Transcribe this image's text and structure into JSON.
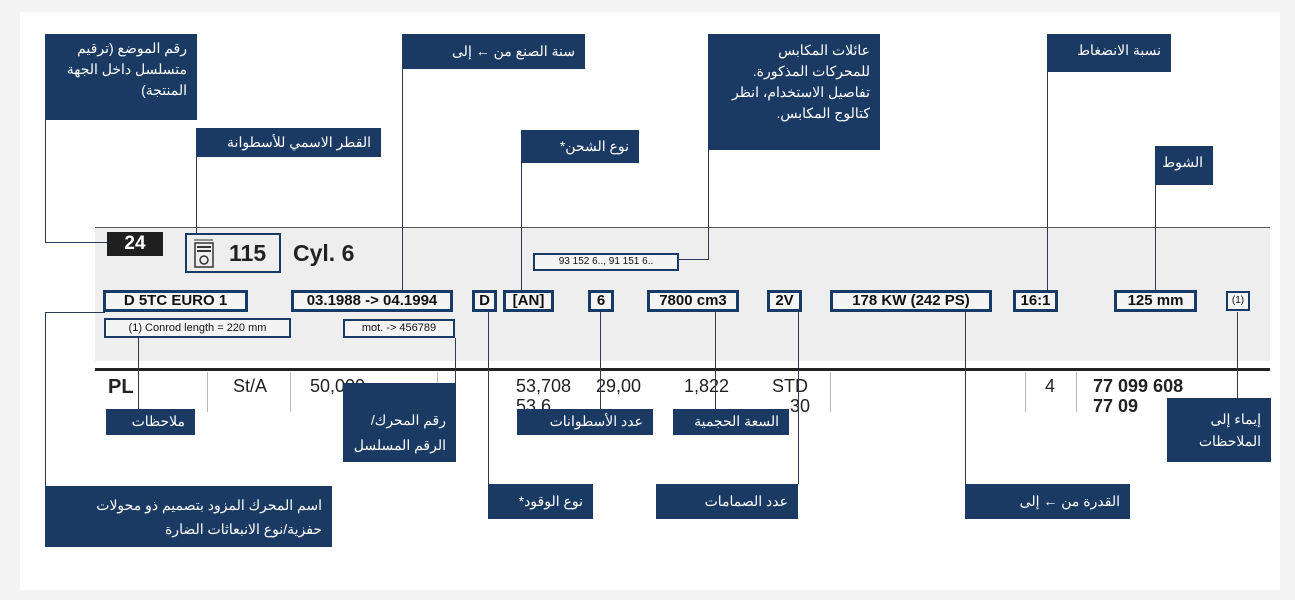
{
  "colors": {
    "callout_bg": "#1a3a64",
    "box_border": "#173a66",
    "band_bg": "#eeeeee",
    "badge_bg": "#1f1f1f"
  },
  "header": {
    "position_number": "24",
    "bore": "115",
    "cylinders": "Cyl. 6",
    "piston_families": "93 152 6.., 91 151 6.."
  },
  "specs": {
    "engine_name": "D 5TC EURO 1",
    "build_years": "03.1988 -> 04.1994",
    "fuel_type": "D",
    "charging_type": "[AN]",
    "cylinder_count": "6",
    "displacement": "7800 cm3",
    "valves": "2V",
    "power": "178 KW (242 PS)",
    "compression": "16:1",
    "stroke": "125 mm",
    "note_ref": "(1)",
    "conrod_note": "(1) Conrod length = 220 mm",
    "engine_number": "mot. -> 456789"
  },
  "table_row": {
    "c0": "PL",
    "c1": "St/A",
    "c2": "50,000",
    "c3": "53,708",
    "c3b": "53,6",
    "c4": "29,00",
    "c5": "1,822",
    "c6": "STD",
    "c6b": "30",
    "c8": "4",
    "c9": "77 099 608",
    "c9b": "77 09"
  },
  "callouts": {
    "position_number": "رقم الموضع (ترقيم متسلسل داخل الجهة المنتجة)",
    "bore": "القطر الاسمي للأسطوانة",
    "build_years": "سنة الصنع من ← إلى",
    "charging_type": "نوع الشحن*",
    "piston_families": "عائلات المكابس للمحركات المذكورة. تفاصيل الاستخدام، انظر كتالوج المكابس.",
    "compression": "نسبة الانضغاط",
    "stroke": "الشوط",
    "notes": "ملاحظات",
    "engine_number": "رقم المحرك/ الرقم المسلسل",
    "cylinder_count": "عدد الأسطوانات",
    "displacement": "السعة الحجمية",
    "note_ref": "إيماء إلى الملاحظات",
    "engine_name": "اسم المحرك المزود بتصميم ذو محولات حفزية/نوع الانبعاثات الضارة",
    "fuel_type": "نوع الوقود*",
    "valves": "عدد الصمامات",
    "power": "القدرة من ← إلى"
  }
}
